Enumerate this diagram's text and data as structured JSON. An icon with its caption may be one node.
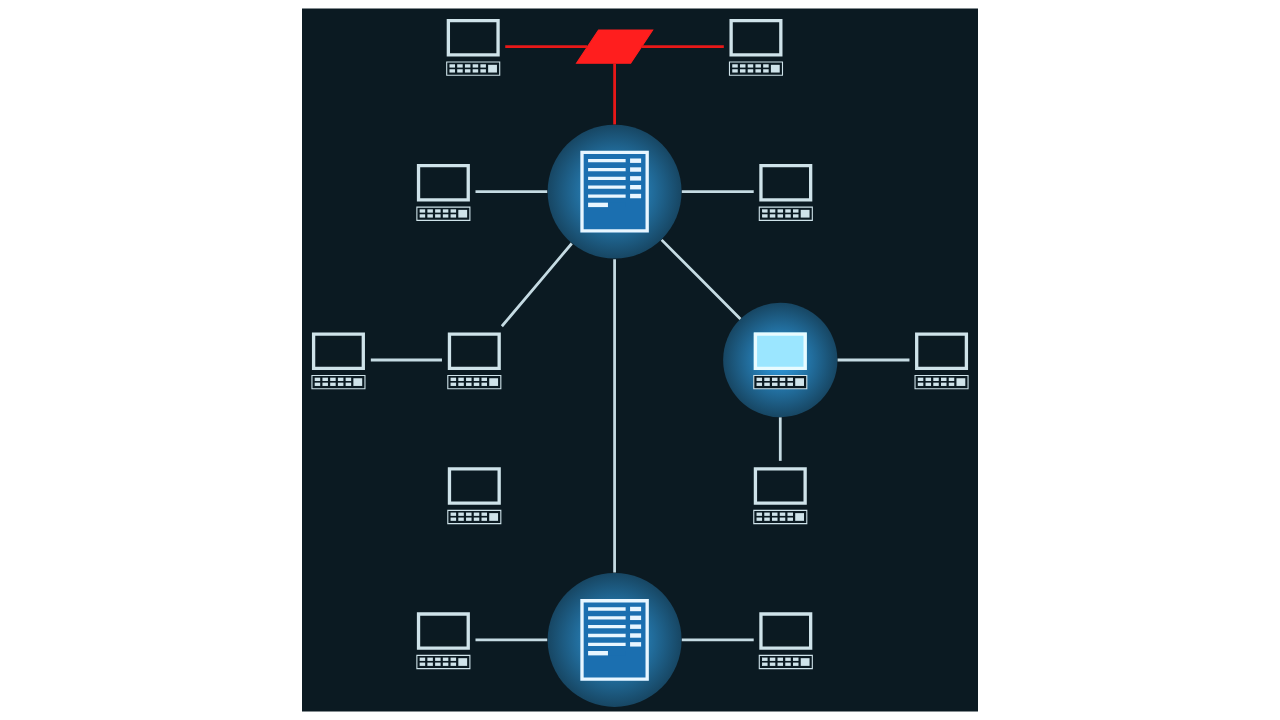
{
  "diagram": {
    "nodes": [
      {
        "text": [],
        "shape": "computer"
      },
      {
        "text": [],
        "shape": "break"
      },
      {
        "text": [],
        "shape": "computer"
      },
      {
        "text": [],
        "shape": "computer"
      },
      {
        "text": [],
        "shape": "document"
      },
      {
        "text": [],
        "shape": "computer"
      },
      {
        "text": [],
        "shape": "computer"
      },
      {
        "text": [],
        "shape": "computer"
      },
      {
        "text": [],
        "shape": "computer"
      },
      {
        "text": [],
        "shape": "computer"
      },
      {
        "text": [],
        "shape": "computer"
      },
      {
        "text": [],
        "shape": "computer"
      },
      {
        "text": [],
        "shape": "computer"
      },
      {
        "text": [],
        "shape": "document"
      },
      {
        "text": [],
        "shape": "computer"
      }
    ],
    "edges": [
      {
        "from": 0,
        "to": 1,
        "arrow": "none",
        "color": "#e81818"
      },
      {
        "from": 1,
        "to": 2,
        "arrow": "none",
        "color": "#e81818"
      },
      {
        "from": 1,
        "to": 4,
        "arrow": "none",
        "color": "#e81818"
      },
      {
        "from": 3,
        "to": 4,
        "arrow": "none"
      },
      {
        "from": 4,
        "to": 5,
        "arrow": "none"
      },
      {
        "from": 4,
        "to": 7,
        "arrow": "none"
      },
      {
        "from": 6,
        "to": 7,
        "arrow": "none"
      },
      {
        "from": 4,
        "to": 13,
        "arrow": "none"
      },
      {
        "from": 4,
        "to": 8,
        "arrow": "none"
      },
      {
        "from": 8,
        "to": 9,
        "arrow": "none"
      },
      {
        "from": 8,
        "to": 11,
        "arrow": "none"
      },
      {
        "from": 12,
        "to": 13,
        "arrow": "none"
      },
      {
        "from": 13,
        "to": 14,
        "arrow": "none"
      }
    ]
  }
}
